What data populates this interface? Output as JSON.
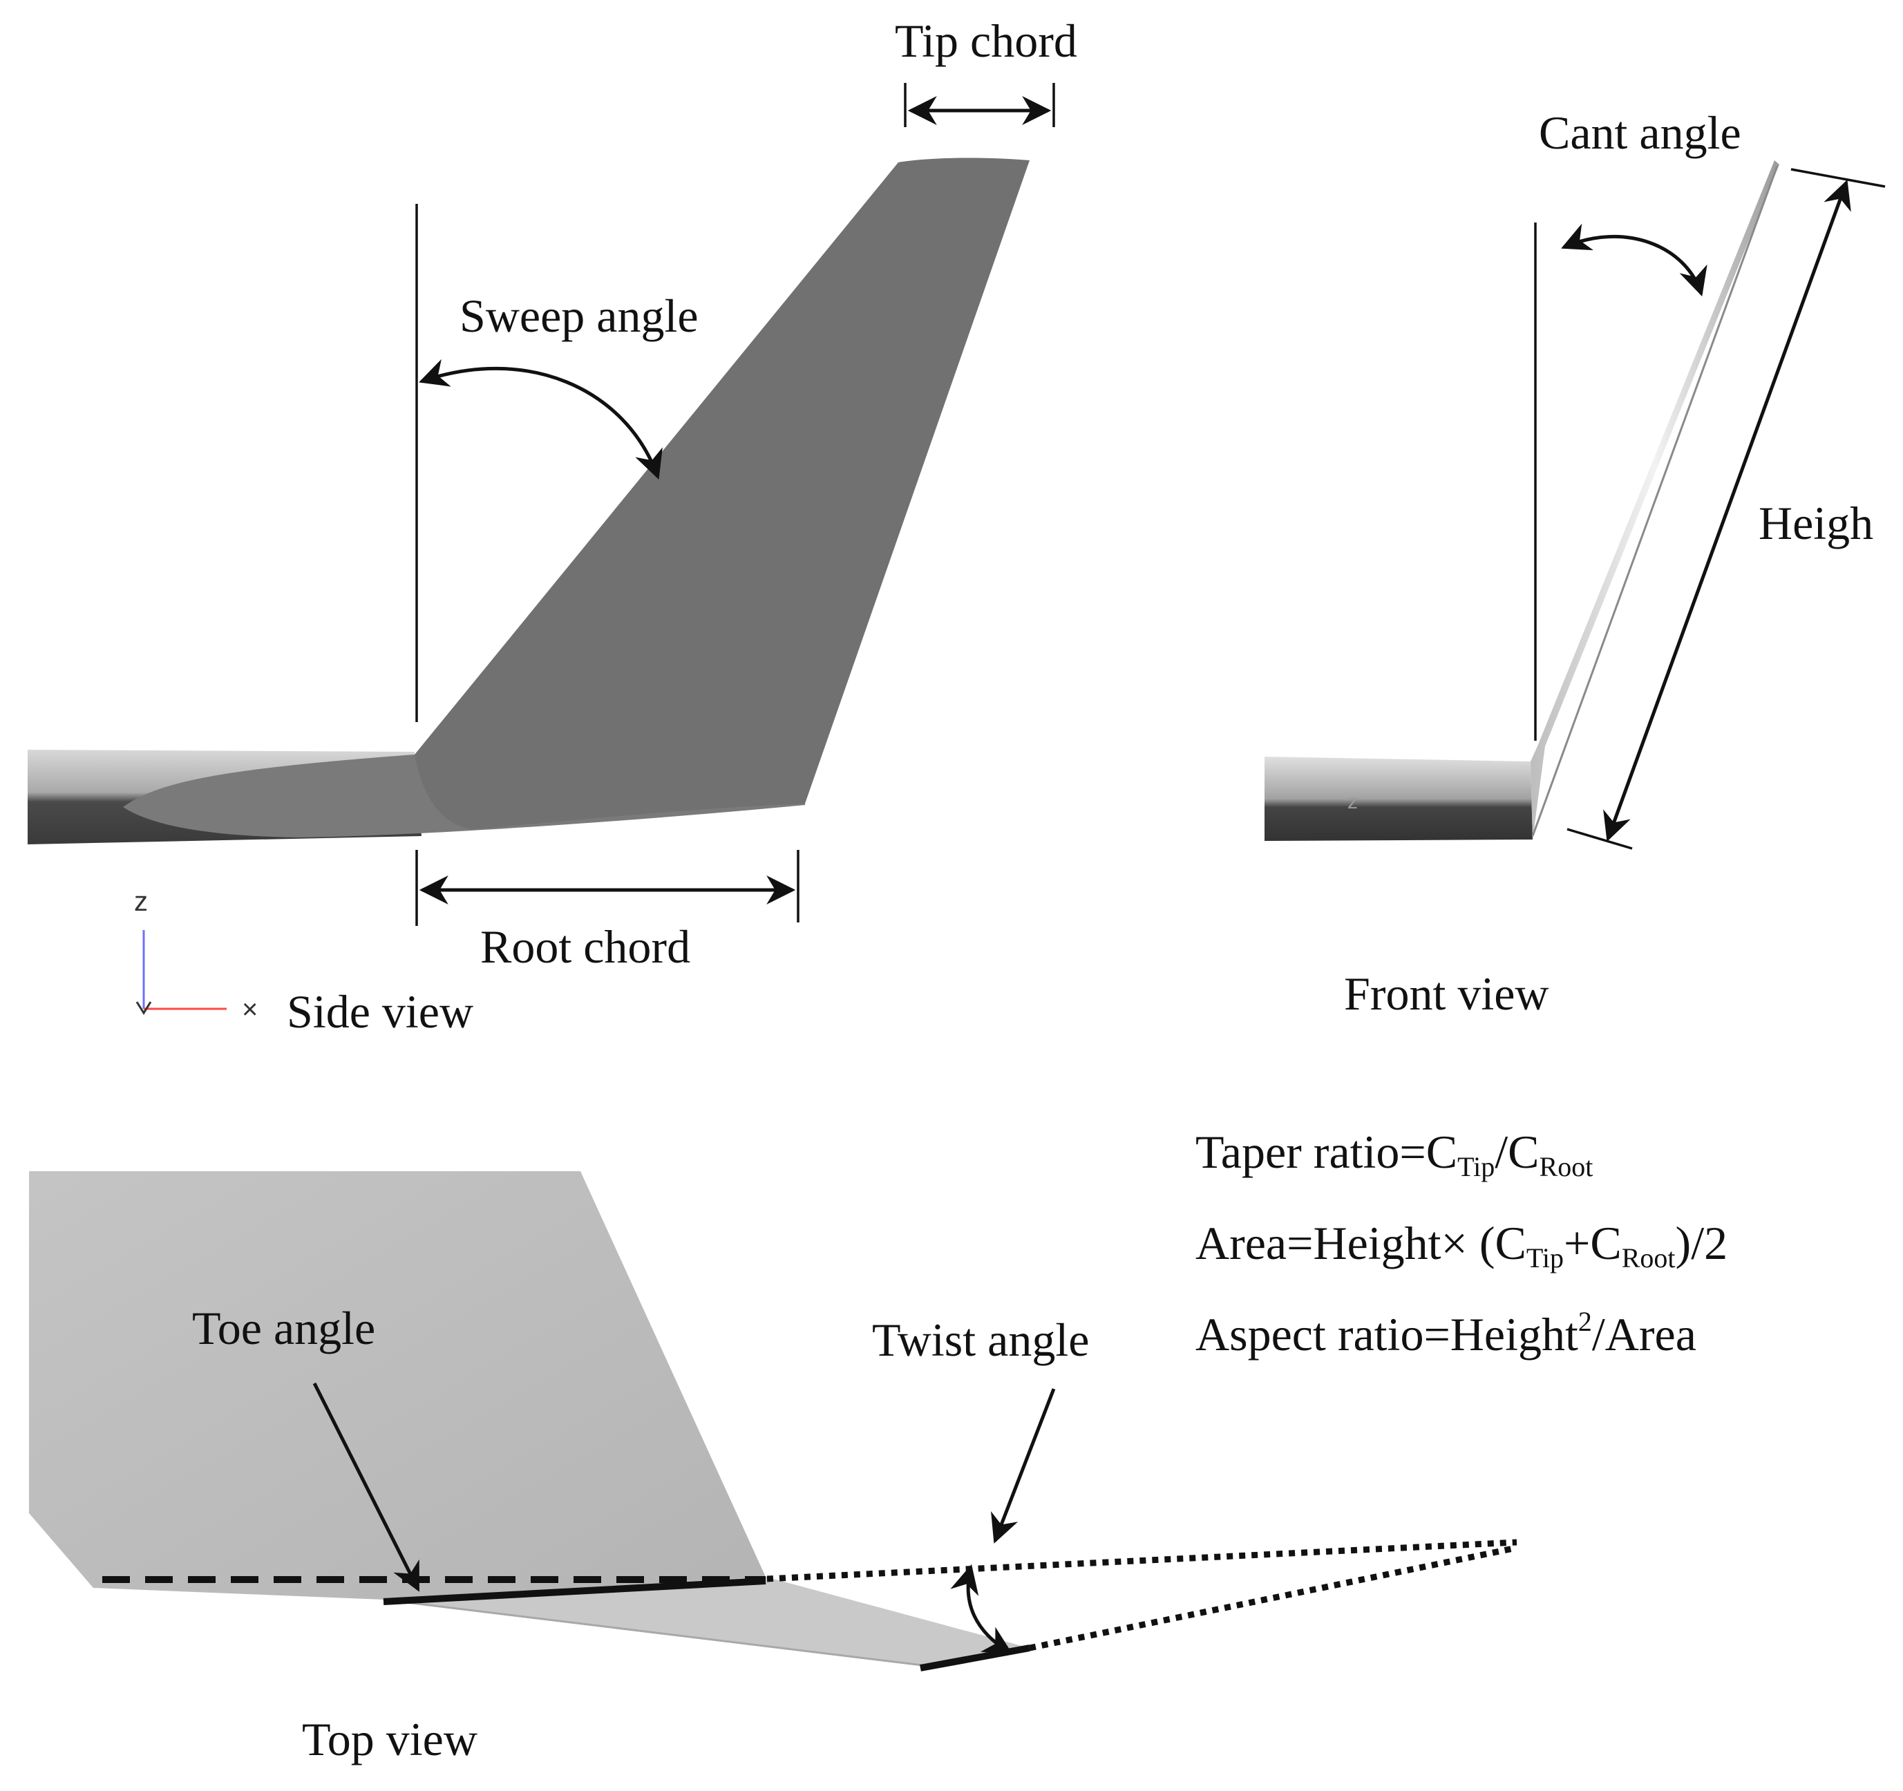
{
  "labels": {
    "tip_chord": "Tip chord",
    "cant_angle": "Cant angle",
    "sweep_angle": "Sweep angle",
    "height": "Heigh",
    "root_chord": "Root chord",
    "side_view": "Side view",
    "front_view": "Front view",
    "toe_angle": "Toe angle",
    "twist_angle": "Twist angle",
    "top_view": "Top view"
  },
  "axes": {
    "z": "z",
    "x": "×"
  },
  "formulas": {
    "taper": {
      "lhs": "Taper ratio=C",
      "sub1": "Tip",
      "mid": "/C",
      "sub2": "Root"
    },
    "area": {
      "lhs": "Area=Height× (C",
      "sub1": "Tip",
      "mid": "+C",
      "sub2": "Root",
      "tail": ")/2"
    },
    "aspect": {
      "lhs": "Aspect ratio=Height",
      "sup": "2",
      "tail": "/Area"
    }
  },
  "colors": {
    "winglet_dark": "#717171",
    "fuselage_light": "#c8c8c8",
    "top_wing": "#bdbdbd",
    "axis_z": "#6f6fff",
    "axis_x": "#ff4a4a"
  }
}
